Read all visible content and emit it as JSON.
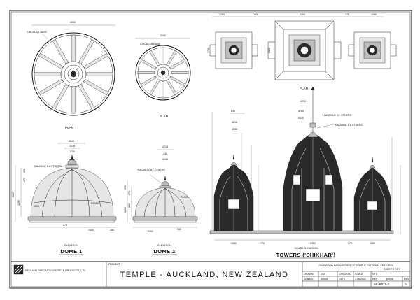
{
  "company": {
    "name": "REDLAND PRECAST CONCRETE PRODUCTS, LTD."
  },
  "title": {
    "main": "TEMPLE - AUCKLAND, NEW ZEALAND",
    "sheet_title": "DIMENSION PARAMETERS OF TEMPLE EXTERNAL FEATURES",
    "sheet_no": "SHEET 2 OF 2",
    "drawing_no": "SK-R518-2"
  },
  "plans": {
    "dome1_dia": "4500",
    "dome2_dia": "2150",
    "base_label": "CIRCULAR BASE",
    "plan_label": "PLAN"
  },
  "towers_plan": {
    "d1": "1260",
    "d2": "775",
    "d3": "2300",
    "d4": "775",
    "d5": "1260",
    "h_small": "1260",
    "h_big": "2300"
  },
  "dome1": {
    "top": "4545",
    "d1": "1078",
    "d2": "1100",
    "dome_base": "4500",
    "kalasha": "'KALASHA' BY OTHERS",
    "h_total": "2137",
    "h_mid": "1290",
    "h_lower": "350",
    "h_base": "475",
    "radius": "R2065",
    "foot": "275",
    "half": "1400",
    "base_gap": "350"
  },
  "dome2": {
    "top": "4718",
    "d1": "440",
    "d2": "4246",
    "dome_base": "2100",
    "kalasha": "'KALASHA' BY OTHERS",
    "h_total": "1260",
    "h_mid": "880",
    "h_lower": "275",
    "h_base": "350",
    "radius": "R1025",
    "half": "950"
  },
  "towers": {
    "flagpole": "'FLAGPOLE' BY OTHERS",
    "kalasha": "'KALASHA' BY OTHERS",
    "d_top": "1200",
    "d_a": "4785",
    "d_b": "4320",
    "d_c": "630",
    "d_d": "4515",
    "d_e": "4230",
    "b1": "1260",
    "b2": "775",
    "b3": "2300",
    "b4": "775",
    "b5": "1260"
  },
  "labels": {
    "elevation": "ELEVATION",
    "dome1": "DOME 1",
    "dome2": "DOME 2",
    "towers": "TOWERS ('SHIKHAR')",
    "south": "SOUTH ELEVATION"
  },
  "titleblock": {
    "project": "PROJECT",
    "drawn": "DRAWN",
    "drawn_v": "GM",
    "checked": "CHECKED",
    "scale": "SCALE",
    "scale_v": "NTS",
    "date": "DATE",
    "date_v": "1.06.2001",
    "job": "JOB No.",
    "job_v": "30965",
    "rev": "REV",
    "rev_v": "A",
    "ref": "REF",
    "ref_v": "6/9/06"
  }
}
